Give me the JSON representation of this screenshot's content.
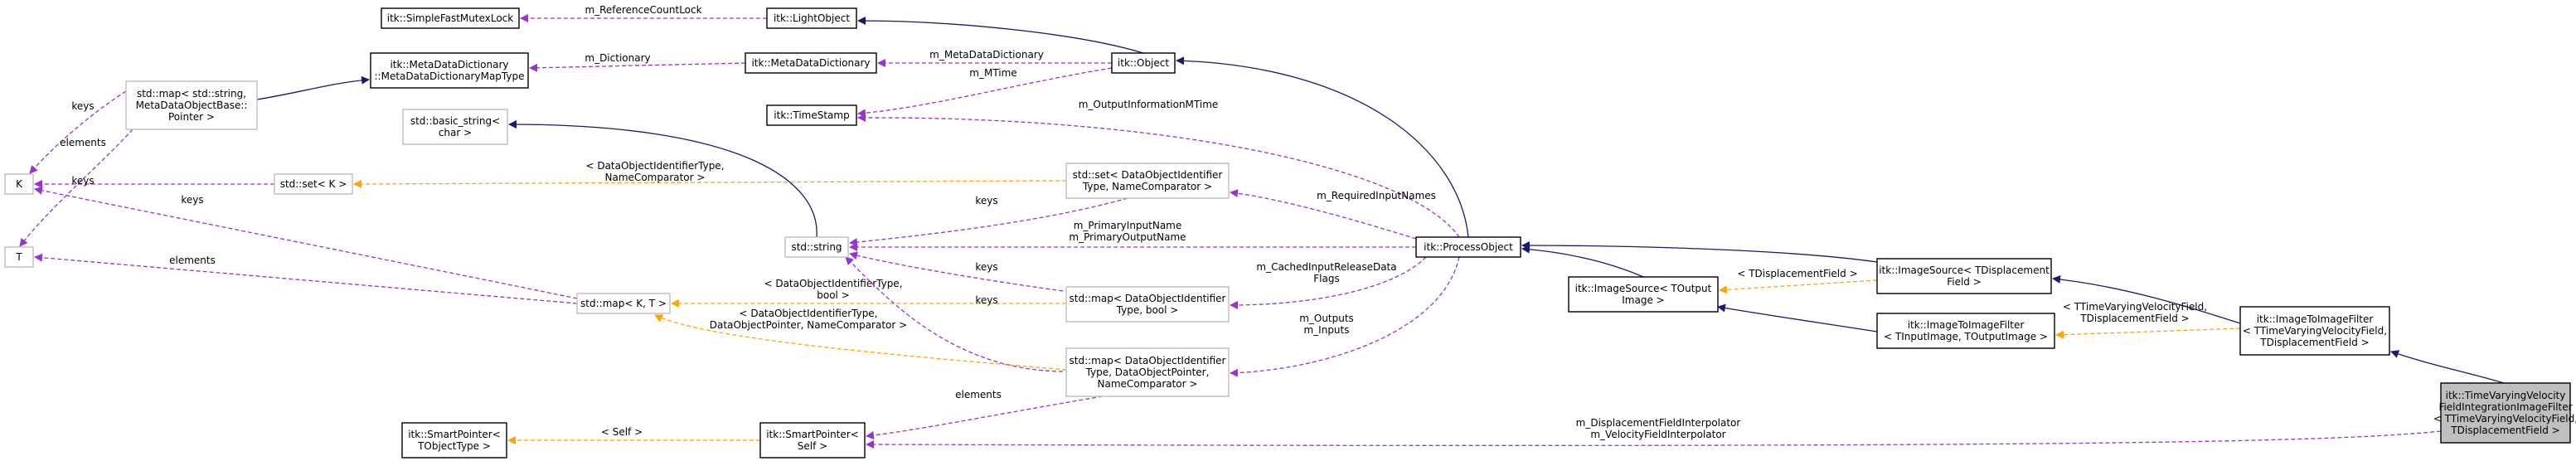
{
  "colors": {
    "inherit": "#191970",
    "usage": "#9a32cd",
    "template": "#ffa500",
    "box_solid": "#000000",
    "box_faded": "#bfbfbf",
    "focus_fill": "#bfbfbf"
  },
  "nodes": [
    {
      "id": "SimpleFastMutexLock",
      "lines": [
        "itk::SimpleFastMutexLock"
      ]
    },
    {
      "id": "LightObject",
      "lines": [
        "itk::LightObject"
      ]
    },
    {
      "id": "MDDMapType",
      "lines": [
        "itk::MetaDataDictionary",
        "::MetaDataDictionaryMapType"
      ]
    },
    {
      "id": "MetaDataDictionary",
      "lines": [
        "itk::MetaDataDictionary"
      ]
    },
    {
      "id": "Object",
      "lines": [
        "itk::Object"
      ]
    },
    {
      "id": "StdMapMeta",
      "lines": [
        "std::map< std::string,",
        "MetaDataObjectBase::",
        "Pointer >"
      ]
    },
    {
      "id": "TimeStamp",
      "lines": [
        "itk::TimeStamp"
      ]
    },
    {
      "id": "BasicString",
      "lines": [
        "std::basic_string<",
        "char >"
      ]
    },
    {
      "id": "K",
      "lines": [
        "K"
      ]
    },
    {
      "id": "StdSetK",
      "lines": [
        "std::set< K >"
      ]
    },
    {
      "id": "StdSetDOI",
      "lines": [
        "std::set< DataObjectIdentifier",
        "Type, NameComparator >"
      ]
    },
    {
      "id": "StdString",
      "lines": [
        "std::string"
      ]
    },
    {
      "id": "ProcessObject",
      "lines": [
        "itk::ProcessObject"
      ]
    },
    {
      "id": "T",
      "lines": [
        "T"
      ]
    },
    {
      "id": "StdMapKT",
      "lines": [
        "std::map< K, T >"
      ]
    },
    {
      "id": "StdMapBool",
      "lines": [
        "std::map< DataObjectIdentifier",
        "Type, bool >"
      ]
    },
    {
      "id": "ImageSourceOut",
      "lines": [
        "itk::ImageSource< TOutput",
        "Image >"
      ]
    },
    {
      "id": "ImageSourceDisp",
      "lines": [
        "itk::ImageSource< TDisplacement",
        "Field >"
      ]
    },
    {
      "id": "ImageToImageFilterIO",
      "lines": [
        "itk::ImageToImageFilter",
        "< TInputImage, TOutputImage >"
      ]
    },
    {
      "id": "ImageToImageFilterTV",
      "lines": [
        "itk::ImageToImageFilter",
        "< TTimeVaryingVelocityField,",
        "TDisplacementField >"
      ]
    },
    {
      "id": "StdMapPointer",
      "lines": [
        "std::map< DataObjectIdentifier",
        "Type, DataObjectPointer,",
        "NameComparator >"
      ]
    },
    {
      "id": "SmartPointerT",
      "lines": [
        "itk::SmartPointer<",
        "TObjectType >"
      ]
    },
    {
      "id": "SmartPointerSelf",
      "lines": [
        "itk::SmartPointer<",
        "Self >"
      ]
    },
    {
      "id": "Focus",
      "lines": [
        "itk::TimeVaryingVelocity",
        "FieldIntegrationImageFilter",
        "< TTimeVaryingVelocityField,",
        "TDisplacementField >"
      ]
    }
  ],
  "edges": [
    {
      "id": "e_mutex",
      "lines": [
        "m_ReferenceCountLock"
      ]
    },
    {
      "id": "e_dict",
      "lines": [
        "m_Dictionary"
      ]
    },
    {
      "id": "e_mdd",
      "lines": [
        "m_MetaDataDictionary"
      ]
    },
    {
      "id": "e_mtime",
      "lines": [
        "m_MTime"
      ]
    },
    {
      "id": "e_outinfo",
      "lines": [
        "m_OutputInformationMTime"
      ]
    },
    {
      "id": "e_keys_meta",
      "lines": [
        "keys"
      ]
    },
    {
      "id": "e_elements_meta",
      "lines": [
        "elements"
      ]
    },
    {
      "id": "e_keys_setk",
      "lines": [
        "keys"
      ]
    },
    {
      "id": "e_keys_mapkt",
      "lines": [
        "keys"
      ]
    },
    {
      "id": "e_elements_mapkt",
      "lines": [
        "elements"
      ]
    },
    {
      "id": "e_tmpl_setk",
      "lines": [
        "< DataObjectIdentifierType,",
        "NameComparator >"
      ]
    },
    {
      "id": "e_keys_setdoi",
      "lines": [
        "keys"
      ]
    },
    {
      "id": "e_reqinput",
      "lines": [
        "m_RequiredInputNames"
      ]
    },
    {
      "id": "e_primary",
      "lines": [
        "m_PrimaryInputName",
        "m_PrimaryOutputName"
      ]
    },
    {
      "id": "e_keys_mapbool",
      "lines": [
        "keys"
      ]
    },
    {
      "id": "e_tmpl_bool",
      "lines": [
        "< DataObjectIdentifierType,",
        "bool >"
      ]
    },
    {
      "id": "e_keys_mapptr",
      "lines": [
        "keys"
      ]
    },
    {
      "id": "e_cached",
      "lines": [
        "m_CachedInputReleaseData",
        "Flags"
      ]
    },
    {
      "id": "e_tmpl_ptr",
      "lines": [
        "< DataObjectIdentifierType,",
        "DataObjectPointer, NameComparator >"
      ]
    },
    {
      "id": "e_outputs",
      "lines": [
        "m_Outputs",
        "m_Inputs"
      ]
    },
    {
      "id": "e_elements_ptr",
      "lines": [
        "elements"
      ]
    },
    {
      "id": "e_tmpl_self",
      "lines": [
        "< Self >"
      ]
    },
    {
      "id": "e_tmpl_disp",
      "lines": [
        "< TDisplacementField >"
      ]
    },
    {
      "id": "e_tmpl_tv",
      "lines": [
        "< TTimeVaryingVelocityField,",
        "TDisplacementField >"
      ]
    },
    {
      "id": "e_interp",
      "lines": [
        "m_DisplacementFieldInterpolator",
        "m_VelocityFieldInterpolator"
      ]
    }
  ]
}
